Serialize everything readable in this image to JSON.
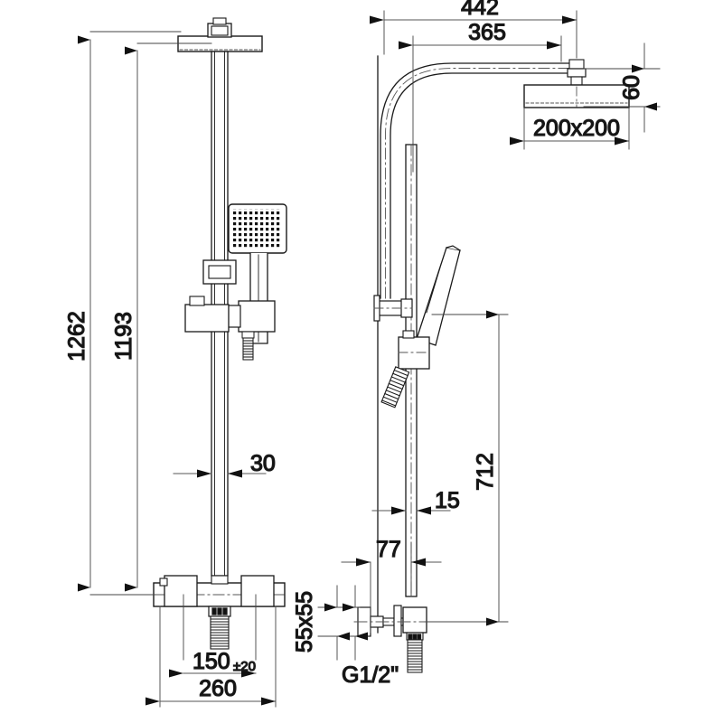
{
  "drawing": {
    "title": "Shower column technical drawing",
    "views": [
      {
        "name": "front-elevation",
        "label": ""
      },
      {
        "name": "side-elevation",
        "label": ""
      }
    ],
    "line_color": "#1a1a1a",
    "fill_color": "#ffffff",
    "accent_color": "#000000"
  },
  "dimensions": {
    "overall_height": "1262",
    "riser_height": "1193",
    "riser_width": "30",
    "base_spread": "260",
    "inlet_centers": "150",
    "inlet_tolerance": "±20",
    "arm_reach": "442",
    "arm_reach_inner": "365",
    "head_thickness": "60",
    "head_size": "200x200",
    "riser_depth": "15",
    "wall_offset": "77",
    "holder_height": "712",
    "valve_body": "55x55",
    "thread_size": "G1/2\""
  },
  "labels": {
    "overall_height": "1262",
    "riser_height": "1193",
    "riser_width": "30",
    "inlet_centers": "150",
    "inlet_tolerance": "±20",
    "base_spread": "260",
    "arm_reach": "442",
    "arm_reach_inner": "365",
    "head_thickness": "60",
    "head_size": "200x200",
    "riser_depth": "15",
    "wall_offset": "77",
    "holder_height": "712",
    "valve_body": "55x55",
    "thread_size": "G1/2\""
  },
  "parts": {
    "rain_head": "rain-shower-head",
    "shower_arm": "curved-shower-arm",
    "riser_pipe": "riser-pipe",
    "hand_shower": "hand-shower",
    "hand_shower_holder": "hand-shower-holder",
    "slider_bracket": "slider-bracket",
    "mixer_body": "thermostatic-mixer-body",
    "flexible_hose": "flexible-hose",
    "wall_bracket": "wall-bracket",
    "angle_valve": "angle-valve"
  }
}
